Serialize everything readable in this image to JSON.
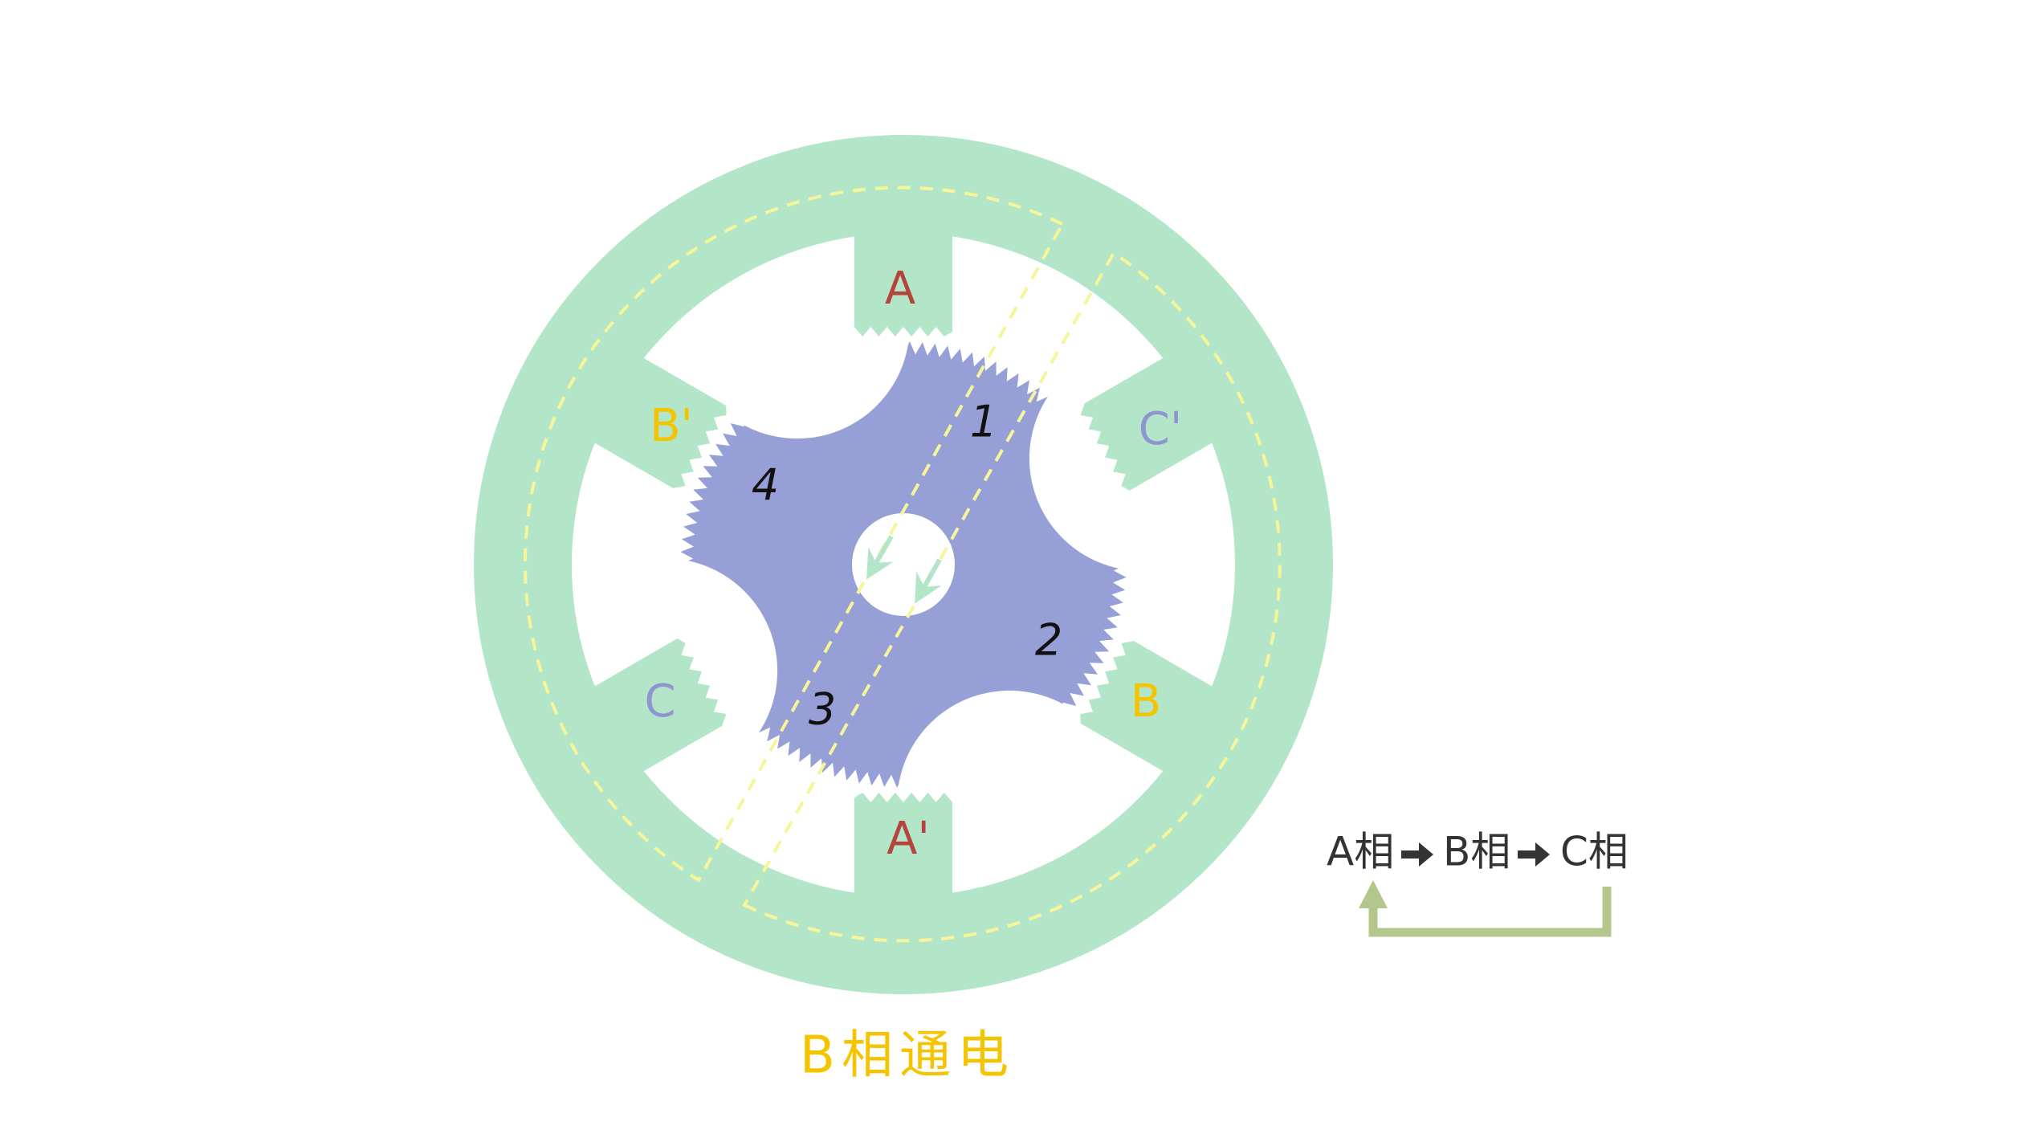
{
  "colors": {
    "stator": "#b3e6c8",
    "rotor": "#97a0d6",
    "flux_dash": "#f7f59a",
    "phase_a": "#b5443a",
    "phase_b": "#f5c400",
    "phase_c": "#8f96cf",
    "loop_arrow": "#b3c78c",
    "legend_text": "#333333"
  },
  "poles": {
    "a": "A",
    "a_prime": "A'",
    "b": "B",
    "b_prime": "B'",
    "c": "C",
    "c_prime": "C'"
  },
  "rotor_teeth": [
    "1",
    "2",
    "3",
    "4"
  ],
  "caption": "B相通电",
  "legend": {
    "phases": [
      "A相",
      "B相",
      "C相"
    ],
    "icons": [
      "arrow-right-icon",
      "arrow-right-icon",
      "loop-back-arrow-icon"
    ]
  }
}
